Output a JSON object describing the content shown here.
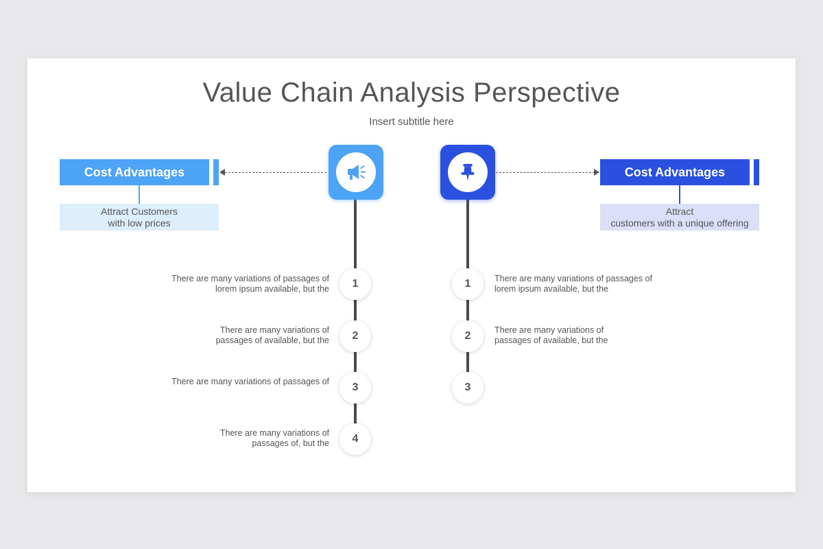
{
  "title": "Value Chain Analysis Perspective",
  "subtitle": "Insert subtitle here",
  "left": {
    "heading": "Cost Advantages",
    "description_line1": "Attract Customers",
    "description_line2": "with low prices",
    "icon": "megaphone-icon",
    "accent": "#4da3f5",
    "desc_bg": "#ddeefc",
    "items": [
      {
        "number": "1",
        "line1": "There are many variations of passages of",
        "line2": "lorem ipsum available, but the"
      },
      {
        "number": "2",
        "line1": "There are many variations of",
        "line2": "passages of available, but the"
      },
      {
        "number": "3",
        "line1": "There are many variations of passages of",
        "line2": ""
      },
      {
        "number": "4",
        "line1": "There are many variations of",
        "line2": "passages of, but the"
      }
    ]
  },
  "right": {
    "heading": "Cost Advantages",
    "description_line1": "Attract",
    "description_line2": "customers with a unique offering",
    "icon": "pushpin-icon",
    "accent": "#2b50e0",
    "desc_bg": "#dbe0f8",
    "items": [
      {
        "number": "1",
        "line1": "There are many variations of passages of",
        "line2": "lorem ipsum available, but the"
      },
      {
        "number": "2",
        "line1": "There are many variations of",
        "line2": "passages of available, but the"
      },
      {
        "number": "3",
        "line1": "",
        "line2": ""
      }
    ]
  }
}
